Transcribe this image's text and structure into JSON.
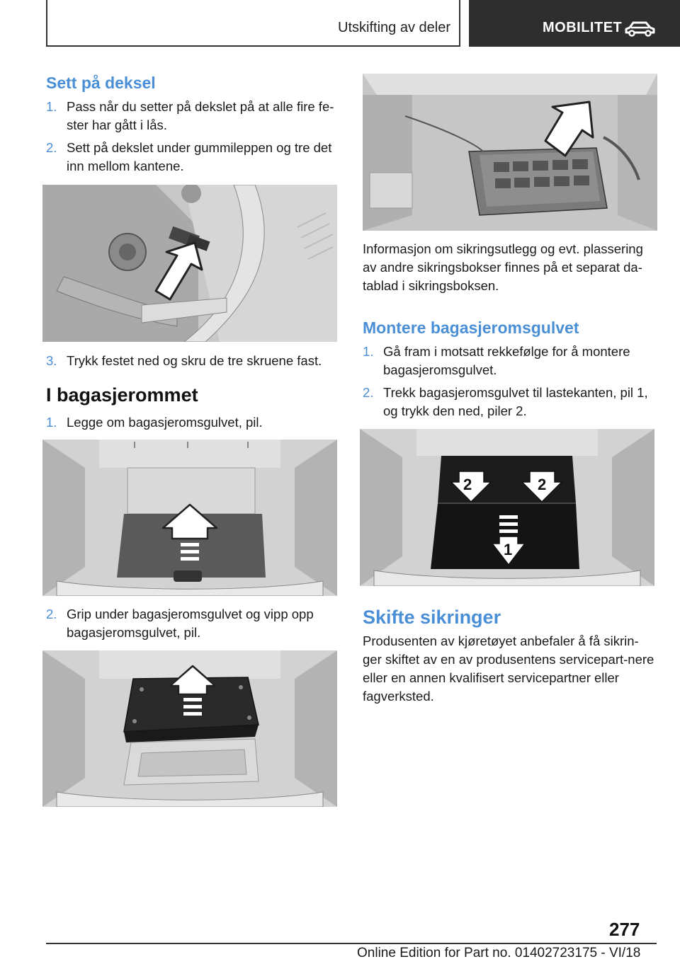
{
  "header": {
    "section_title": "Utskifting av deler",
    "chapter": "MOBILITET",
    "chapter_icon": "car-icon"
  },
  "left": {
    "sett_pa_deksel": {
      "heading": "Sett på deksel",
      "steps": [
        {
          "num": "1.",
          "text": "Pass når du setter på dekslet på at alle fire fe-ster har gått i lås."
        },
        {
          "num": "2.",
          "text": "Sett på dekslet under gummileppen og tre det inn mellom kantene."
        }
      ],
      "step3": {
        "num": "3.",
        "text": "Trykk festet ned og skru de tre skruene fast."
      }
    },
    "i_bagasjerommet": {
      "heading": "I bagasjerommet",
      "step1": {
        "num": "1.",
        "text": "Legge om bagasjeromsgulvet, pil."
      },
      "step2": {
        "num": "2.",
        "text": "Grip under bagasjeromsgulvet og vipp opp bagasjeromsgulvet, pil."
      }
    }
  },
  "right": {
    "fuse_info": "Informasjon om sikringsutlegg og evt. plassering av andre sikringsbokser finnes på et separat da-tablad i sikringsboksen.",
    "montere": {
      "heading": "Montere bagasjeromsgulvet",
      "steps": [
        {
          "num": "1.",
          "text": "Gå fram i motsatt rekkefølge for å montere bagasjeromsgulvet."
        },
        {
          "num": "2.",
          "text": "Trekk bagasjeromsgulvet til lastekanten, pil 1, og trykk den ned, piler 2."
        }
      ],
      "figure_labels": [
        "2",
        "2",
        "1"
      ]
    },
    "skifte": {
      "heading": "Skifte sikringer",
      "text": "Produsenten av kjøretøyet anbefaler å få sikrin-ger skiftet av en av produsentens servicepart-nere eller en annen kvalifisert servicepartner eller fagverksted."
    }
  },
  "footer": {
    "page_number": "277",
    "edition": "Online Edition for Part no. 01402723175 - VI/18"
  },
  "colors": {
    "accent": "#4a8fd6",
    "header_dark": "#2e2e2e"
  }
}
